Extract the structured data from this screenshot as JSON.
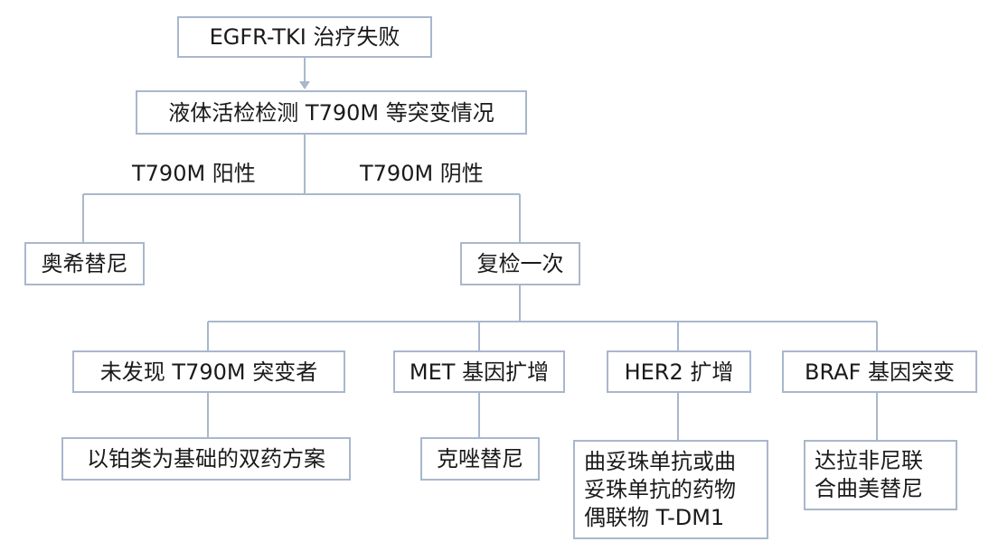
{
  "colors": {
    "line": "#a9b7cc",
    "box_border": "#a9b7cc",
    "text": "#1a1a1a"
  },
  "nodes": {
    "root": "EGFR-TKI 治疗失败",
    "liquid_biopsy": "液体活检检测 T790M 等突变情况",
    "osimertinib": "奥希替尼",
    "recheck": "复检一次",
    "no_t790m": "未发现 T790M 突变者",
    "met": "MET 基因扩增",
    "her2": "HER2 扩增",
    "braf": "BRAF 基因突变",
    "platinum": "以铂类为基础的双药方案",
    "crizotinib": "克唑替尼",
    "her2_drugs": [
      "曲妥珠单抗或曲",
      "妥珠单抗的药物",
      "偶联物 T-DM1"
    ],
    "braf_drugs": [
      "达拉非尼联",
      "合曲美替尼"
    ]
  },
  "edge_labels": {
    "positive": "T790M 阳性",
    "negative": "T790M 阴性"
  }
}
